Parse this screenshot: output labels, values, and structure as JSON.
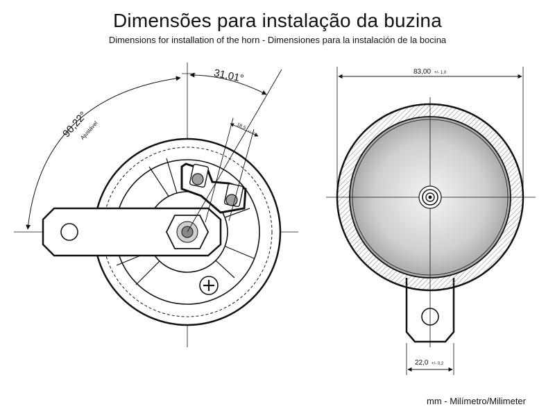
{
  "header": {
    "title": "Dimensões para instalação da buzina",
    "subtitle": "Dimensions for installation of the horn - Dimensiones para la instalación de la bocina"
  },
  "left_view": {
    "angle_main": "31,01°",
    "angle_adjust": "90,22°",
    "angle_adjust_note": "Ajustável",
    "terminal_dim": "18,5",
    "terminal_tol": "+/- 0,3"
  },
  "right_view": {
    "width_dim": "83,00",
    "width_tol": "+/- 1,0",
    "bracket_dim": "22,0",
    "bracket_tol": "+/- 0,2"
  },
  "footer": {
    "unit_note": "mm - Milímetro/Milimeter"
  },
  "colors": {
    "line": "#111111",
    "hatch": "#777777",
    "grey_dark": "#9a9a9a",
    "grey_light": "#f2f2f2"
  }
}
